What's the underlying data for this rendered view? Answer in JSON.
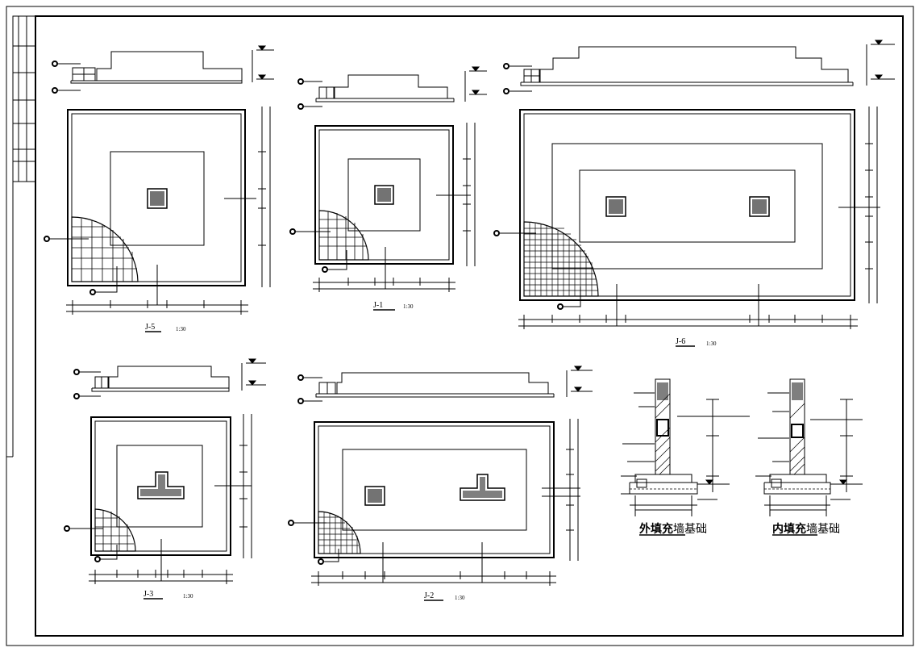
{
  "details": [
    {
      "id": "J-5",
      "scale": "1:30"
    },
    {
      "id": "J-1",
      "scale": "1:30"
    },
    {
      "id": "J-6",
      "scale": "1:30"
    },
    {
      "id": "J-3",
      "scale": "1:30"
    },
    {
      "id": "J-2",
      "scale": "1:30"
    }
  ],
  "wall_foundations": [
    {
      "title_bold": "外填充",
      "title_rest": "墙基础"
    },
    {
      "title_bold": "内填充",
      "title_rest": "墙基础"
    }
  ]
}
